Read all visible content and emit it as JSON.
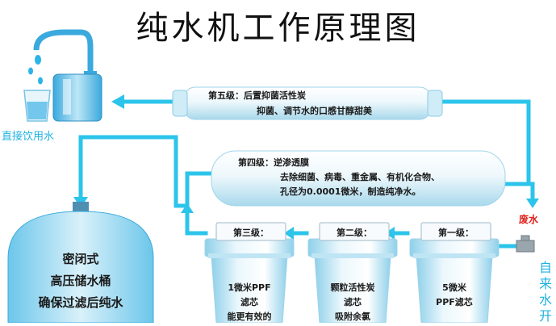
{
  "title": "纯水机工作原理图",
  "left": {
    "direct_water": "直接饮用水"
  },
  "stage5": {
    "title": "第五级：后置抑菌活性炭",
    "desc": "抑菌、调节水的口感甘醇甜美"
  },
  "stage4": {
    "title": "第四级：逆渗透膜",
    "desc1": "去除细菌、病毒、重金属、有机化合物、",
    "desc2": "孔径为0.0001微米，制造纯净水。"
  },
  "waste_water": "废水",
  "tap_water_chars": [
    "自",
    "来",
    "水",
    "开"
  ],
  "tank": {
    "line1": "密闭式",
    "line2": "高压储水桶",
    "line3": "确保过滤后纯水"
  },
  "stage3": {
    "label": "第三级：",
    "line1": "1微米PPF",
    "line2": "滤芯",
    "line3": "能更有效的"
  },
  "stage2": {
    "label": "第二级：",
    "line1": "颗粒活性炭",
    "line2": "滤芯",
    "line3": "吸附余氯"
  },
  "stage1": {
    "label": "第一级：",
    "line1": "5微米",
    "line2": "PPF滤芯"
  },
  "colors": {
    "pipe": "#2cc4ea",
    "filter_light": "#f2fafd",
    "filter_dark": "#a9d9ec",
    "text_accent": "#1fb2e0",
    "waste": "#e0201a"
  }
}
